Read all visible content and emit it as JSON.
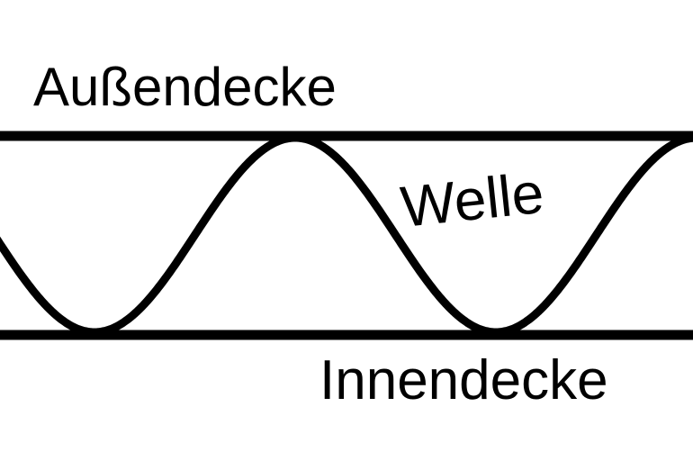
{
  "diagram": {
    "labels": {
      "outer_liner": "Außendecke",
      "flute": "Welle",
      "inner_liner": "Innendecke"
    },
    "colors": {
      "stroke": "#000000",
      "background": "#ffffff"
    }
  }
}
